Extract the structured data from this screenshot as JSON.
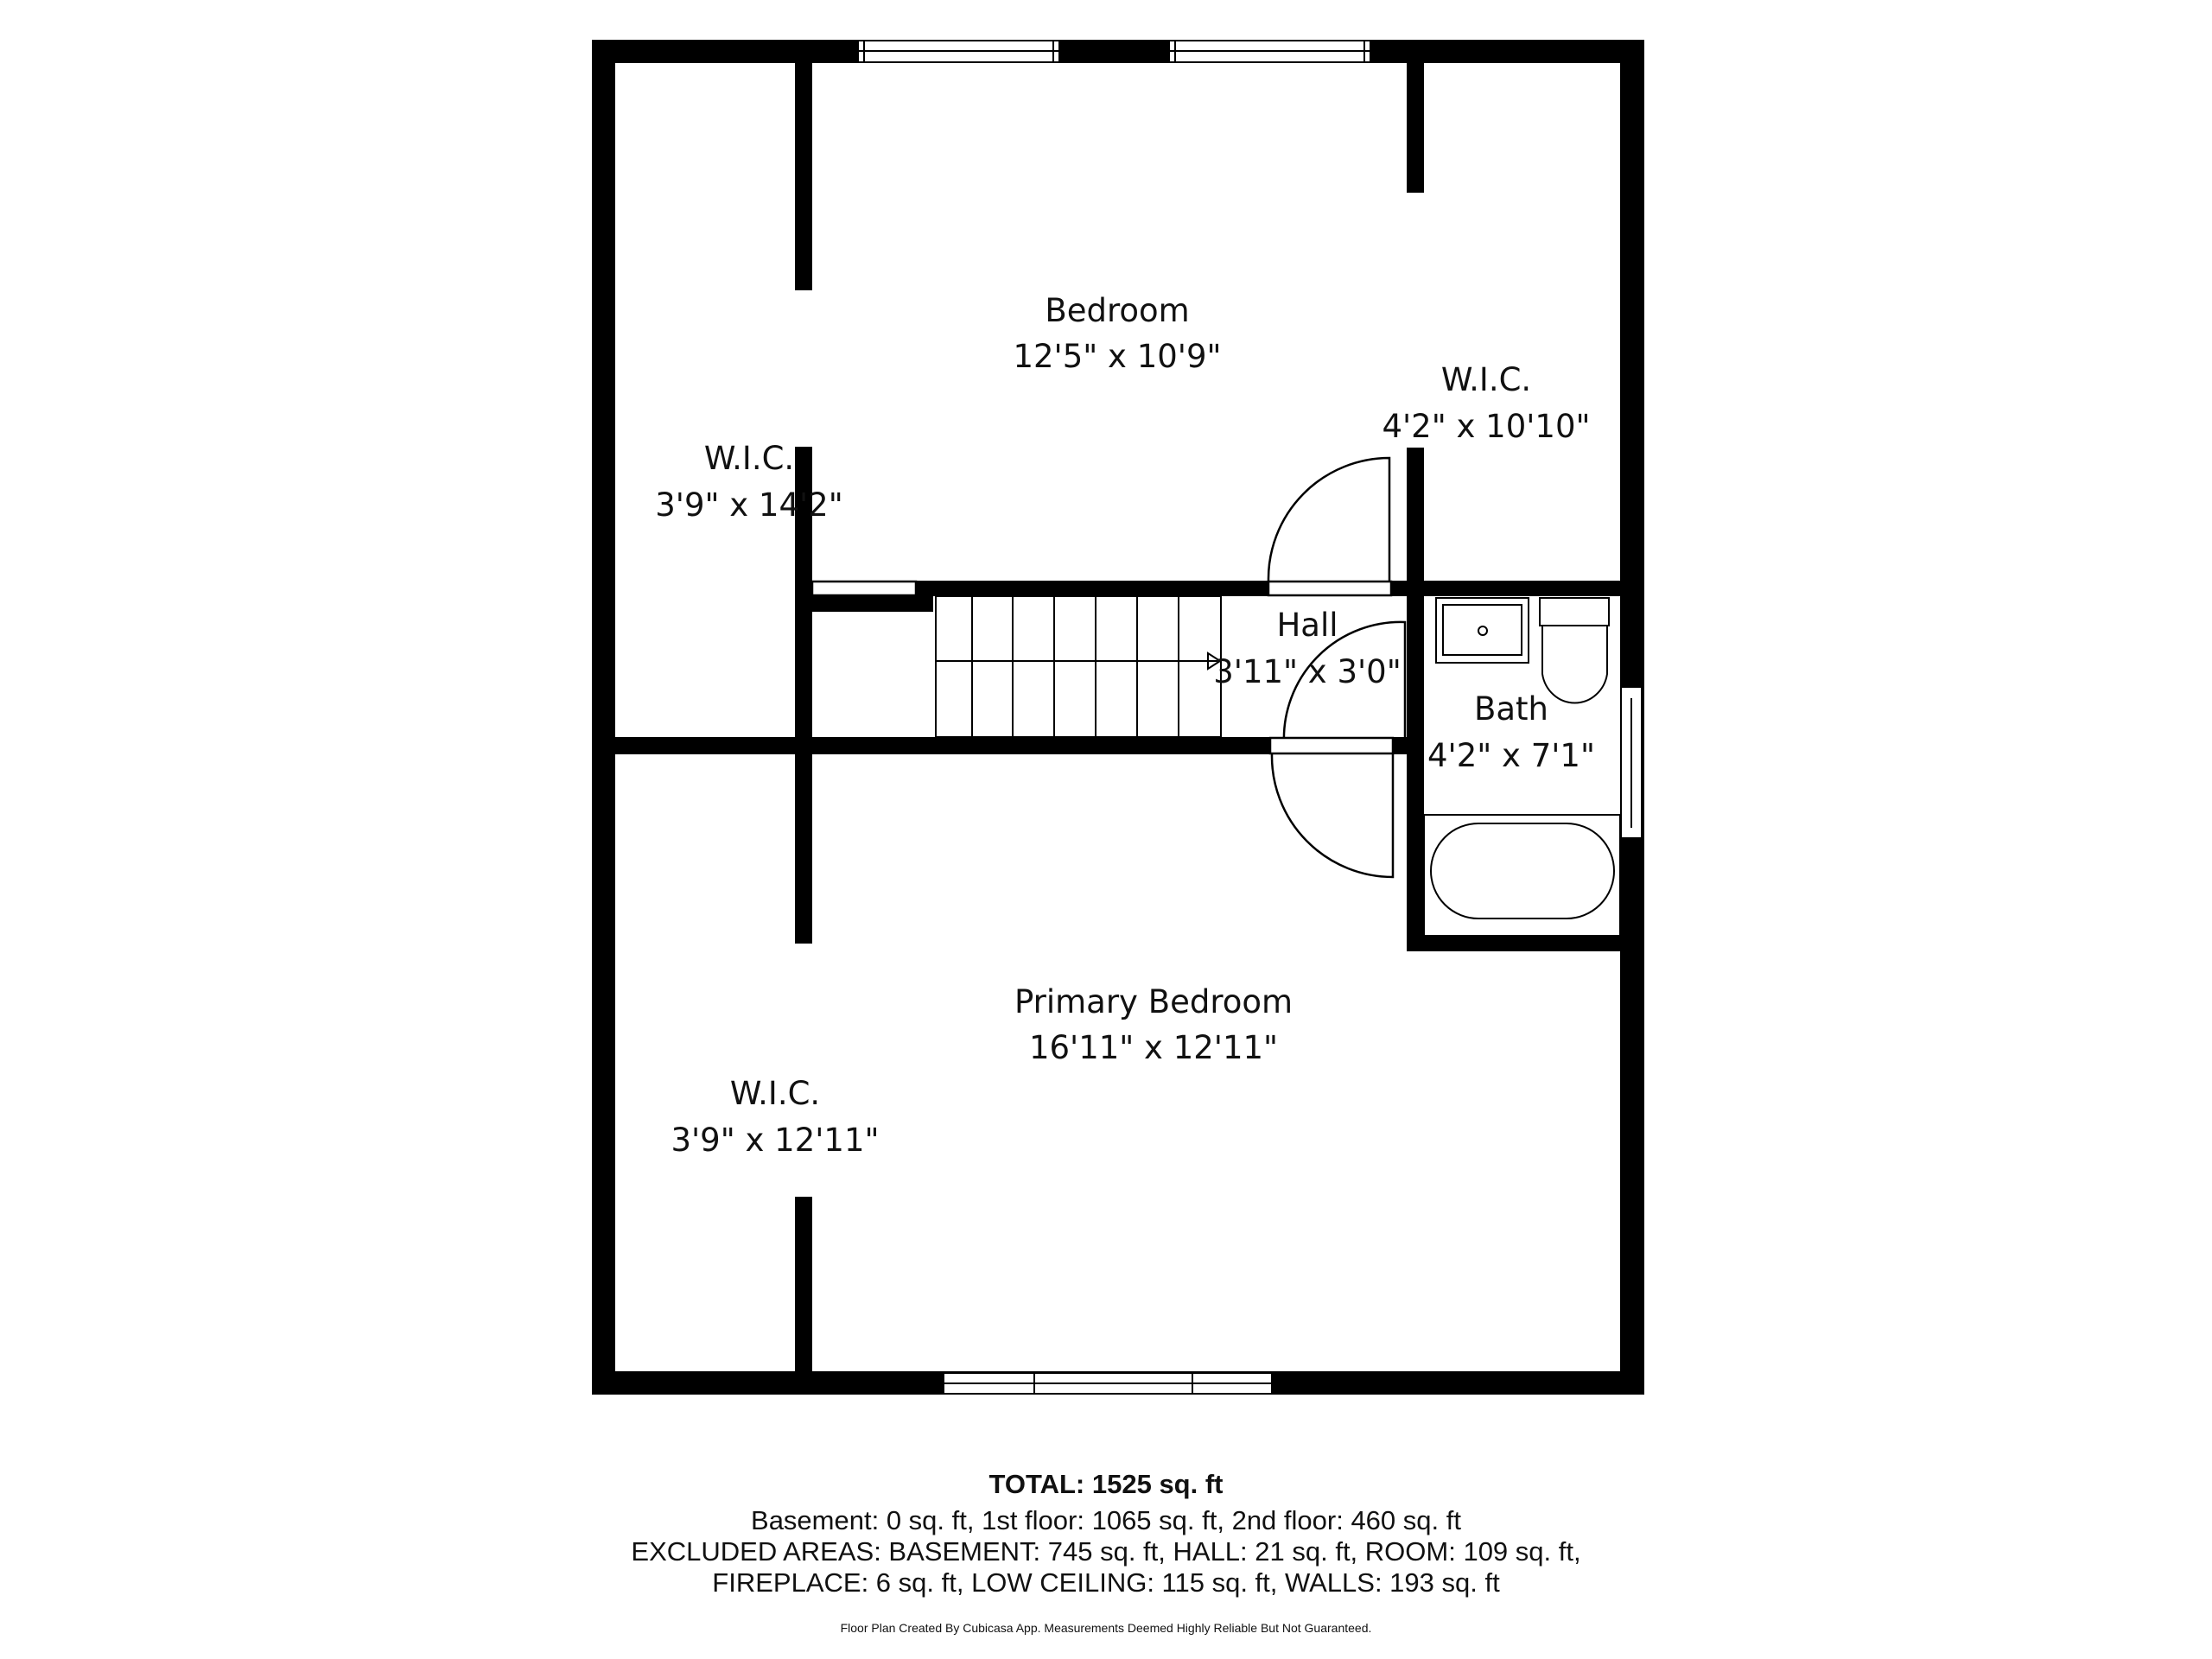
{
  "rooms": {
    "bedroom": {
      "name": "Bedroom",
      "dims": "12'5\" x 10'9\""
    },
    "wic_upper_left": {
      "name": "W.I.C.",
      "dims": "3'9\" x 14'2\""
    },
    "wic_upper_right": {
      "name": "W.I.C.",
      "dims": "4'2\" x 10'10\""
    },
    "hall": {
      "name": "Hall",
      "dims": "3'11\" x 3'0\""
    },
    "bath": {
      "name": "Bath",
      "dims": "4'2\" x 7'1\""
    },
    "primary_bedroom": {
      "name": "Primary Bedroom",
      "dims": "16'11\" x 12'11\""
    },
    "wic_lower_left": {
      "name": "W.I.C.",
      "dims": "3'9\" x 12'11\""
    }
  },
  "footer": {
    "total": "TOTAL: 1525 sq. ft",
    "floors": "Basement: 0 sq. ft, 1st floor: 1065 sq. ft, 2nd floor: 460 sq. ft",
    "excluded_1": "EXCLUDED AREAS: BASEMENT: 745 sq. ft, HALL: 21 sq. ft, ROOM: 109 sq. ft,",
    "excluded_2": "FIREPLACE: 6 sq. ft, LOW CEILING: 115 sq. ft, WALLS: 193 sq. ft",
    "credit": "Floor Plan Created By Cubicasa App. Measurements Deemed Highly Reliable But Not Guaranteed."
  },
  "colors": {
    "wall": "#000000",
    "background": "#ffffff"
  }
}
